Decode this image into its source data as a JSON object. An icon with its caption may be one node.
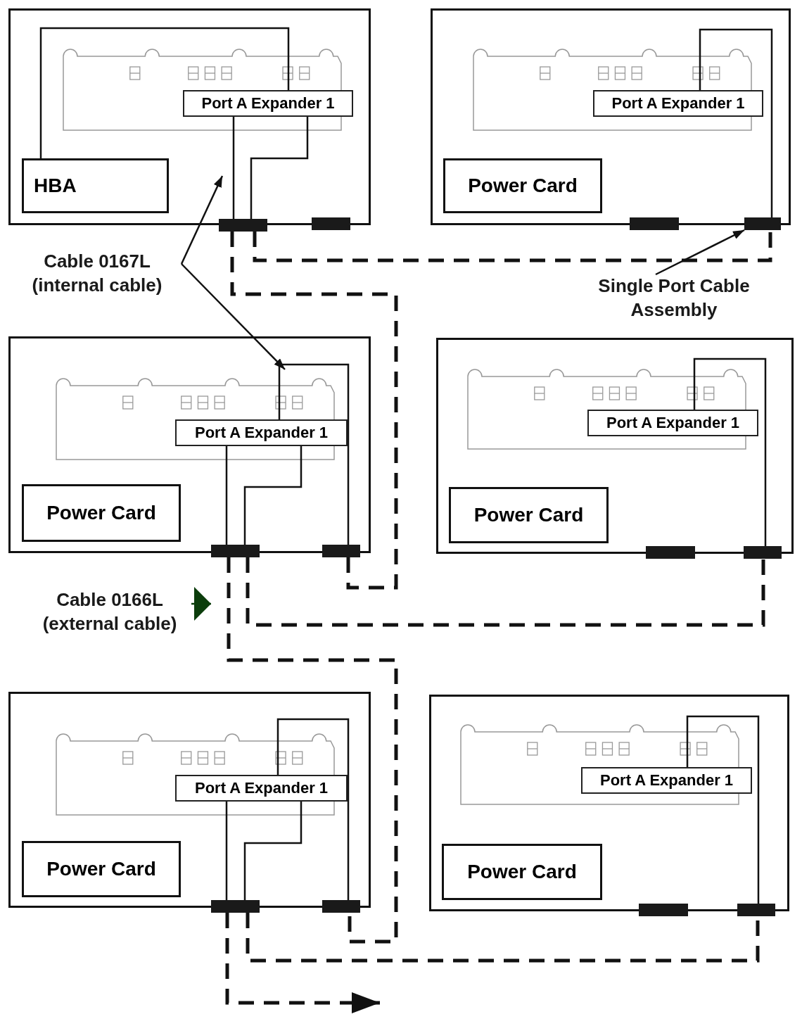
{
  "diagram": {
    "nodes": [
      {
        "text": [],
        "shape": "box"
      },
      {
        "text": [
          "Port A Expander 1"
        ],
        "in": 0
      },
      {
        "text": [
          "HBA"
        ],
        "in": 0
      },
      {
        "text": [],
        "shape": "bar",
        "in": 0
      },
      {
        "text": [],
        "shape": "bar",
        "in": 0
      },
      {
        "text": [],
        "shape": "box"
      },
      {
        "text": [
          "Port A Expander 1"
        ],
        "in": 5
      },
      {
        "text": [
          "Power Card"
        ],
        "in": 5
      },
      {
        "text": [],
        "shape": "bar",
        "in": 5
      },
      {
        "text": [],
        "shape": "bar",
        "in": 5
      },
      {
        "text": [],
        "shape": "box"
      },
      {
        "text": [
          "Port A Expander 1"
        ],
        "in": 10
      },
      {
        "text": [
          "Power Card"
        ],
        "in": 10
      },
      {
        "text": [],
        "shape": "bar",
        "in": 10
      },
      {
        "text": [],
        "shape": "bar",
        "in": 10
      },
      {
        "text": [],
        "shape": "box"
      },
      {
        "text": [
          "Port A Expander 1"
        ],
        "in": 15
      },
      {
        "text": [
          "Power Card"
        ],
        "in": 15
      },
      {
        "text": [],
        "shape": "bar",
        "in": 15
      },
      {
        "text": [],
        "shape": "bar",
        "in": 15
      },
      {
        "text": [],
        "shape": "box"
      },
      {
        "text": [
          "Port A Expander 1"
        ],
        "in": 20
      },
      {
        "text": [
          "Power Card"
        ],
        "in": 20
      },
      {
        "text": [],
        "shape": "bar",
        "in": 20
      },
      {
        "text": [],
        "shape": "bar",
        "in": 20
      },
      {
        "text": [],
        "shape": "box"
      },
      {
        "text": [
          "Port A Expander 1"
        ],
        "in": 25
      },
      {
        "text": [
          "Power Card"
        ],
        "in": 25
      },
      {
        "text": [],
        "shape": "bar",
        "in": 25
      },
      {
        "text": [],
        "shape": "bar",
        "in": 25
      },
      {
        "text": [
          "Cable 0167L (internal cable)"
        ]
      },
      {
        "text": [
          "Single Port Cable Assembly"
        ]
      },
      {
        "text": [
          "Cable 0166L (external cable)"
        ]
      }
    ],
    "edges": [
      {
        "from": 2,
        "to": 1,
        "arrow": "none"
      },
      {
        "from": 1,
        "to": 3,
        "arrow": "none"
      },
      {
        "from": 1,
        "to": 3,
        "arrow": "none"
      },
      {
        "from": 6,
        "to": 9,
        "arrow": "none"
      },
      {
        "from": 11,
        "to": 13,
        "arrow": "none"
      },
      {
        "from": 11,
        "to": 13,
        "arrow": "none"
      },
      {
        "from": 11,
        "to": 14,
        "arrow": "none"
      },
      {
        "from": 16,
        "to": 19,
        "arrow": "none"
      },
      {
        "from": 21,
        "to": 23,
        "arrow": "none"
      },
      {
        "from": 21,
        "to": 23,
        "arrow": "none"
      },
      {
        "from": 21,
        "to": 24,
        "arrow": "none"
      },
      {
        "from": 26,
        "to": 29,
        "arrow": "none"
      },
      {
        "from": 3,
        "to": 14,
        "arrow": "none",
        "style": "dashed"
      },
      {
        "from": 3,
        "to": 9,
        "arrow": "none",
        "style": "dashed"
      },
      {
        "from": 13,
        "to": 24,
        "arrow": "none",
        "style": "dashed"
      },
      {
        "from": 13,
        "to": 19,
        "arrow": "none",
        "style": "dashed"
      },
      {
        "from": 23,
        "to": 29,
        "arrow": "none",
        "style": "dashed"
      },
      {
        "from": 23,
        "to": null,
        "arrow": "to",
        "style": "dashed"
      },
      {
        "from": 30,
        "to": null,
        "arrow": "to"
      },
      {
        "from": 30,
        "to": null,
        "arrow": "to"
      },
      {
        "from": 31,
        "to": 9,
        "arrow": "to"
      },
      {
        "from": 32,
        "to": null,
        "arrow": "to",
        "color": "#0b3d0b"
      }
    ]
  }
}
